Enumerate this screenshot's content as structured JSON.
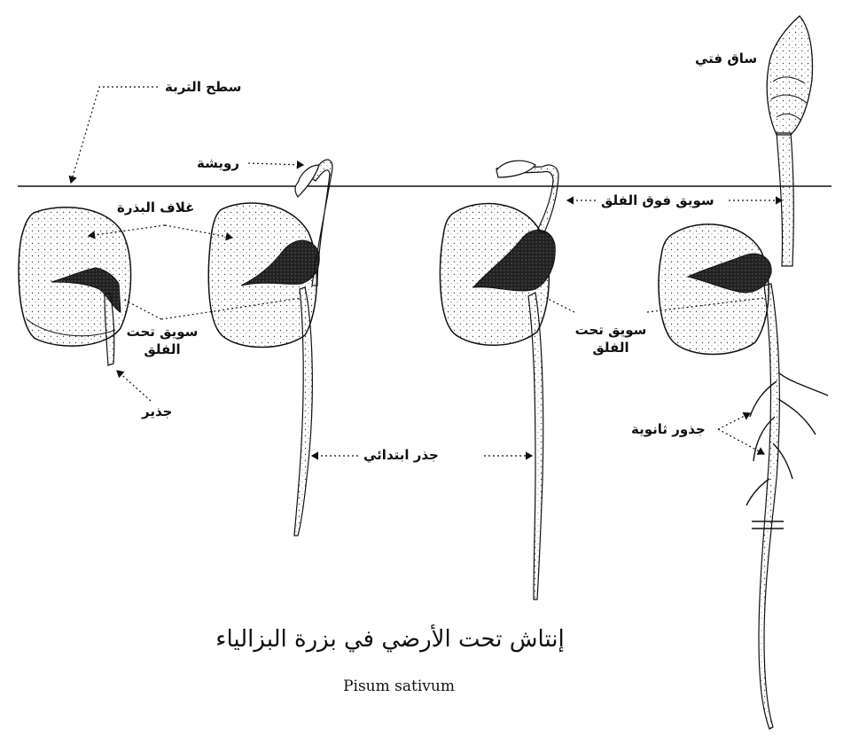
{
  "diagram": {
    "title": "إنتاش تحت الأرضي في بزرة البزالياء",
    "subtitle": "Pisum sativum",
    "labels": {
      "soil_surface": "سطح التربة",
      "plumule": "رويشة",
      "seed_coat": "غلاف البذرة",
      "hypocotyl_1_line1": "سويق تحت",
      "hypocotyl_1_line2": "الفلق",
      "radicle": "جذير",
      "primary_root": "جذر ابتدائي",
      "epicotyl": "سويق فوق الفلق",
      "hypocotyl_2_line1": "سويق تحت",
      "hypocotyl_2_line2": "الفلق",
      "young_stem": "ساق فتي",
      "secondary_roots": "جذور ثانوية"
    }
  }
}
